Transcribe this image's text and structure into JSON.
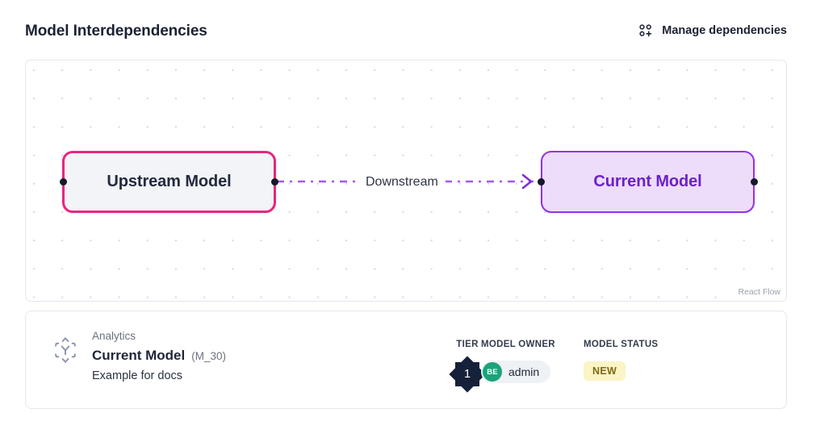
{
  "header": {
    "title": "Model Interdependencies",
    "action_label": "Manage dependencies",
    "action_icon": "grid-plus-icon"
  },
  "flow": {
    "attribution": "React Flow",
    "nodes": [
      {
        "id": "upstream",
        "label": "Upstream Model",
        "border_color": "#e8267f",
        "fill_color": "#f2f4f8",
        "text_color": "#222a3d"
      },
      {
        "id": "current",
        "label": "Current Model",
        "border_color": "#9333ea",
        "fill_color": "#eedcfb",
        "text_color": "#6b21c8"
      }
    ],
    "edges": [
      {
        "from": "upstream",
        "to": "current",
        "label": "Downstream",
        "color": "#a855f7",
        "style": "dashed",
        "arrow": true
      }
    ]
  },
  "detail": {
    "icon": "model-hub-icon",
    "domain": "Analytics",
    "name": "Current Model",
    "id": "(M_30)",
    "description": "Example for docs",
    "tier": {
      "label": "TIER",
      "value": "1",
      "color": "#15203a"
    },
    "owner": {
      "label": "MODEL OWNER",
      "initials": "BE",
      "name": "admin",
      "avatar_color": "#1ba37a"
    },
    "status": {
      "label": "MODEL STATUS",
      "value": "NEW",
      "bg_color": "#fbf4c4",
      "text_color": "#7d6a17"
    }
  }
}
